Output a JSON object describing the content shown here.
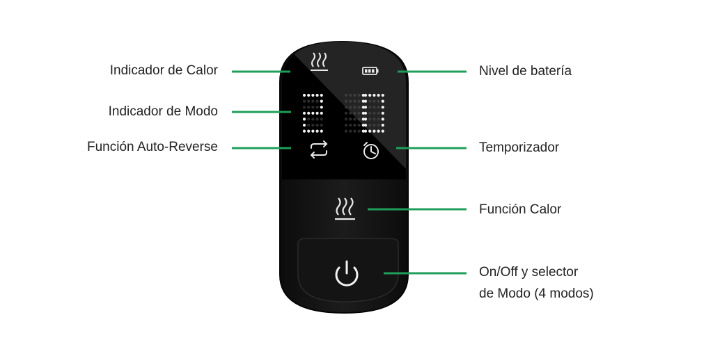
{
  "colors": {
    "leader_line": "#1f9e5a",
    "device_body": "#121212",
    "display_glass": "#000000",
    "display_highlight": "#2e2e2e",
    "icon_light": "#e9e9e9",
    "segment_on": "#f2f2f2",
    "segment_dim": "#505050"
  },
  "display": {
    "digits": "210"
  },
  "labels": {
    "heat_indicator": "Indicador de Calor",
    "mode_indicator": "Indicador de Modo",
    "auto_reverse": "Función Auto-Reverse",
    "battery_level": "Nivel de batería",
    "timer": "Temporizador",
    "heat_function": "Función Calor",
    "power_line1": "On/Off y selector",
    "power_line2": "de Modo (4 modos)"
  },
  "icons": {
    "heat_display": "heat-waves-icon",
    "battery": "battery-icon",
    "auto_reverse": "reverse-arrows-icon",
    "timer": "clock-icon",
    "heat_button": "heat-waves-icon",
    "power": "power-icon"
  }
}
